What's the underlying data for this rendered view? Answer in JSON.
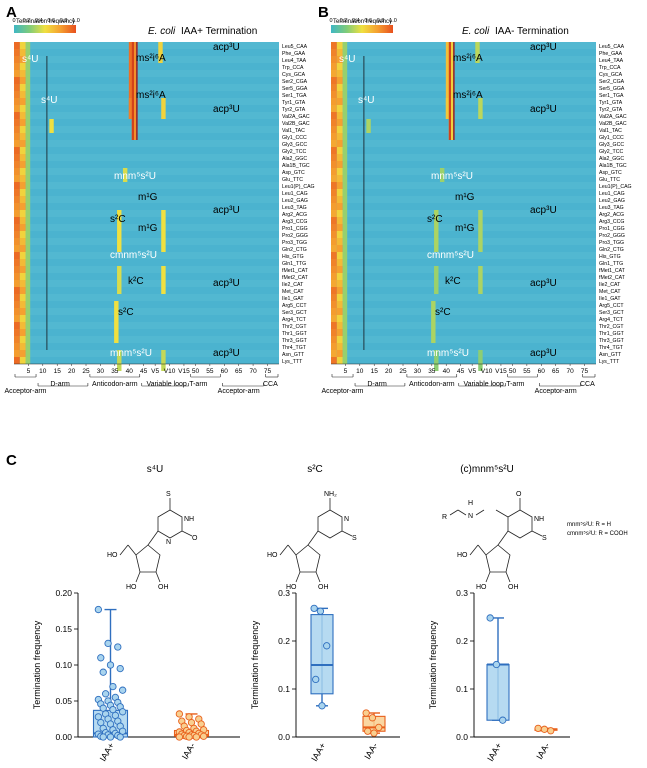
{
  "panels": {
    "A": {
      "letter": "A",
      "title_prefix": "E. coli",
      "title_suffix": "IAA+ Termination"
    },
    "B": {
      "letter": "B",
      "title_prefix": "E. coli",
      "title_suffix": "IAA- Termination"
    },
    "C": {
      "letter": "C"
    }
  },
  "colorbar": {
    "title": "Termination frequency",
    "ticks": [
      "0",
      "0.2",
      "0.4",
      "0.6",
      "0.8",
      "1.0"
    ],
    "colors": [
      "#3fb7c4",
      "#7fcc7a",
      "#f0e040",
      "#f5a030",
      "#e8501e"
    ]
  },
  "trnas": [
    "Leu5_CAA",
    "Phe_GAA",
    "Leu4_TAA",
    "Trp_CCA",
    "Cys_GCA",
    "Ser2_CGA",
    "Ser5_GGA",
    "Ser1_TGA",
    "Tyr1_GTA",
    "Tyr2_GTA",
    "Val2A_GAC",
    "Val2B_GAC",
    "Val1_TAC",
    "Gly1_CCC",
    "Gly3_GCC",
    "Gly2_TCC",
    "Ala2_GGC",
    "Ala1B_TGC",
    "Asp_GTC",
    "Glu_TTC",
    "Leu1(P)_CAG",
    "Leu1_CAG",
    "Leu2_GAG",
    "Leu3_TAG",
    "Arg2_ACG",
    "Arg3_CCG",
    "Pro1_CGG",
    "Pro2_GGG",
    "Pro3_TGG",
    "Gln2_CTG",
    "His_GTG",
    "Gln1_TTG",
    "fMet1_CAT",
    "fMet2_CAT",
    "Ile2_CAT",
    "Met_CAT",
    "Ile1_GAT",
    "Arg5_CCT",
    "Ser3_GCT",
    "Arg4_TCT",
    "Thr2_CGT",
    "Thr1_GGT",
    "Thr3_GGT",
    "Thr4_TGT",
    "Asn_GTT",
    "Lys_TTT"
  ],
  "heatmap_x_ticks": [
    "5",
    "10",
    "15",
    "20",
    "25",
    "30",
    "35",
    "40",
    "45",
    "50",
    "55",
    "60",
    "65",
    "70",
    "75"
  ],
  "heatmap_x_tick_values": [
    5,
    10,
    15,
    20,
    25,
    30,
    35,
    40,
    45,
    50,
    55,
    60,
    65,
    70,
    75
  ],
  "heatmap_x_special": [
    "V5",
    "V10",
    "V15"
  ],
  "regions": [
    "Acceptor-arm",
    "D-arm",
    "Anticodon-arm",
    "Variable loop",
    "T-arm",
    "Acceptor-arm",
    "CCA"
  ],
  "modifications": {
    "s4U": "s⁴U",
    "ms2i6A": "ms²i⁶A",
    "acp3U": "acp³U",
    "mnm5s2U": "mnm⁵s²U",
    "m1G": "m¹G",
    "s2C": "s²C",
    "cmnm5s2U": "cmnm⁵s²U",
    "k2C": "k²C"
  },
  "structures": {
    "s4U": {
      "title": "s⁴U",
      "S": "S",
      "NH": "NH",
      "O": "O",
      "N": "N",
      "HO1": "HO",
      "HO2": "HO",
      "OH": "OH"
    },
    "s2C": {
      "title": "s²C",
      "NH2": "NH₂",
      "N": "N",
      "S": "S",
      "HO1": "HO",
      "HO2": "HO",
      "OH": "OH"
    },
    "mnm": {
      "title": "(c)mnm⁵s²U",
      "R": "R",
      "H": "H",
      "N": "N",
      "O": "O",
      "NH": "NH",
      "S": "S",
      "HO1": "HO",
      "HO2": "HO",
      "OH": "OH",
      "legend1": "mnm⁵s²U: R = H",
      "legend2": "cmnm⁵s²U: R = COOH"
    }
  },
  "chart_data": [
    {
      "type": "box",
      "title": "s⁴U",
      "ylabel": "Termination frequency",
      "ylim": [
        0,
        0.2
      ],
      "yticks": [
        0.0,
        0.05,
        0.1,
        0.15,
        0.2
      ],
      "ytick_labels": [
        "0.00",
        "0.05",
        "0.10",
        "0.15",
        "0.20"
      ],
      "categories": [
        "IAA+",
        "IAA-"
      ],
      "series": [
        {
          "name": "IAA+",
          "color": "#2f6fbf",
          "fill": "#a9d4ee",
          "box": {
            "min": 0.0,
            "q1": 0.0,
            "median": 0.005,
            "q3": 0.037,
            "max": 0.177
          },
          "points": [
            0.177,
            0.13,
            0.125,
            0.11,
            0.1,
            0.095,
            0.09,
            0.07,
            0.065,
            0.06,
            0.055,
            0.052,
            0.05,
            0.048,
            0.046,
            0.044,
            0.042,
            0.04,
            0.038,
            0.035,
            0.032,
            0.03,
            0.028,
            0.025,
            0.022,
            0.02,
            0.018,
            0.015,
            0.012,
            0.01,
            0.008,
            0.006,
            0.005,
            0.004,
            0.003,
            0.002,
            0.001,
            0.0,
            0.0,
            0.0
          ]
        },
        {
          "name": "IAA-",
          "color": "#e8601c",
          "fill": "#f9cf90",
          "box": {
            "min": 0.0,
            "q1": 0.001,
            "median": 0.003,
            "q3": 0.009,
            "max": 0.032
          },
          "points": [
            0.032,
            0.028,
            0.025,
            0.022,
            0.02,
            0.018,
            0.015,
            0.012,
            0.01,
            0.009,
            0.008,
            0.007,
            0.006,
            0.005,
            0.004,
            0.003,
            0.003,
            0.002,
            0.002,
            0.001,
            0.001,
            0.0,
            0.0,
            0.0
          ]
        }
      ]
    },
    {
      "type": "box",
      "title": "s²C",
      "ylabel": "Termination frequency",
      "ylim": [
        0,
        0.3
      ],
      "yticks": [
        0.0,
        0.1,
        0.2,
        0.3
      ],
      "ytick_labels": [
        "0.0",
        "0.1",
        "0.2",
        "0.3"
      ],
      "categories": [
        "IAA+",
        "IAA-"
      ],
      "series": [
        {
          "name": "IAA+",
          "color": "#2f6fbf",
          "fill": "#a9d4ee",
          "box": {
            "min": 0.065,
            "q1": 0.09,
            "median": 0.15,
            "q3": 0.255,
            "max": 0.268
          },
          "points": [
            0.268,
            0.262,
            0.19,
            0.12,
            0.065
          ]
        },
        {
          "name": "IAA-",
          "color": "#e8601c",
          "fill": "#f9cf90",
          "box": {
            "min": 0.008,
            "q1": 0.012,
            "median": 0.02,
            "q3": 0.043,
            "max": 0.05
          },
          "points": [
            0.05,
            0.04,
            0.02,
            0.012,
            0.008
          ]
        }
      ]
    },
    {
      "type": "box",
      "title": "(c)mnm⁵s²U",
      "ylabel": "Termination frequency",
      "ylim": [
        0,
        0.3
      ],
      "yticks": [
        0.0,
        0.1,
        0.2,
        0.3
      ],
      "ytick_labels": [
        "0.0",
        "0.1",
        "0.2",
        "0.3"
      ],
      "categories": [
        "IAA+",
        "IAA-"
      ],
      "series": [
        {
          "name": "IAA+",
          "color": "#2f6fbf",
          "fill": "#a9d4ee",
          "box": {
            "min": 0.035,
            "q1": 0.035,
            "median": 0.151,
            "q3": 0.151,
            "max": 0.248
          },
          "points": [
            0.248,
            0.151,
            0.035
          ]
        },
        {
          "name": "IAA-",
          "color": "#e8601c",
          "fill": "#f9cf90",
          "box": {
            "min": 0.013,
            "q1": 0.014,
            "median": 0.016,
            "q3": 0.017,
            "max": 0.018
          },
          "points": [
            0.018,
            0.016,
            0.013
          ]
        }
      ]
    }
  ]
}
